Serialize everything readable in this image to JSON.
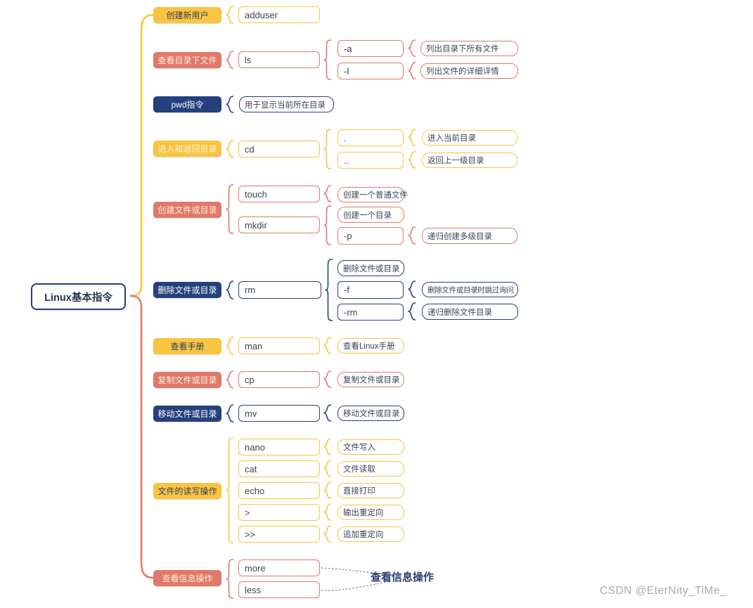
{
  "root": {
    "label": "Linux基本指令"
  },
  "branches": [
    {
      "category": "创建新用户",
      "commands": [
        {
          "cmd": "adduser"
        }
      ]
    },
    {
      "category": "查看目录下文件",
      "commands": [
        {
          "cmd": "ls",
          "options": [
            {
              "opt": "-a",
              "desc": "列出目录下所有文件"
            },
            {
              "opt": "-l",
              "desc": "列出文件的详细详情"
            }
          ]
        }
      ]
    },
    {
      "category": "pwd指令",
      "desc": "用于显示当前所在目录"
    },
    {
      "category": "进入和返回目录",
      "commands": [
        {
          "cmd": "cd",
          "options": [
            {
              "opt": ".",
              "desc": "进入当前目录"
            },
            {
              "opt": "..",
              "desc": "返回上一级目录"
            }
          ]
        }
      ]
    },
    {
      "category": "创建文件或目录",
      "commands": [
        {
          "cmd": "touch",
          "desc": "创建一个普通文件"
        },
        {
          "cmd": "mkdir",
          "desc": "创建一个目录",
          "options": [
            {
              "opt": "-p",
              "desc": "递归创建多级目录"
            }
          ]
        }
      ]
    },
    {
      "category": "删除文件或目录",
      "commands": [
        {
          "cmd": "rm",
          "desc": "删除文件或目录",
          "options": [
            {
              "opt": "-f",
              "desc": "删除文件或目录时跳过询问"
            },
            {
              "opt": "-rm",
              "desc": "递归删除文件目录"
            }
          ]
        }
      ]
    },
    {
      "category": "查看手册",
      "commands": [
        {
          "cmd": "man",
          "desc": "查看Linux手册"
        }
      ]
    },
    {
      "category": "复制文件或目录",
      "commands": [
        {
          "cmd": "cp",
          "desc": "复制文件或目录"
        }
      ]
    },
    {
      "category": "移动文件或目录",
      "commands": [
        {
          "cmd": "mv",
          "desc": "移动文件或目录"
        }
      ]
    },
    {
      "category": "文件的读写操作",
      "commands": [
        {
          "cmd": "nano",
          "desc": "文件写入"
        },
        {
          "cmd": "cat",
          "desc": "文件读取"
        },
        {
          "cmd": "echo",
          "desc": "直接打印"
        },
        {
          "cmd": ">",
          "desc": "输出重定向"
        },
        {
          "cmd": ">>",
          "desc": "追加重定向"
        }
      ]
    },
    {
      "category": "查看信息操作",
      "commands": [
        {
          "cmd": "more"
        },
        {
          "cmd": "less"
        }
      ]
    }
  ],
  "callout": {
    "label": "查看信息操作"
  },
  "watermark": {
    "text": "CSDN @EterNity_TiMe_"
  },
  "colors": {
    "branch_yellow": "#F9C440",
    "branch_salmon": "#E0796B",
    "branch_navy": "#24417E",
    "ink": "#3A4150"
  }
}
